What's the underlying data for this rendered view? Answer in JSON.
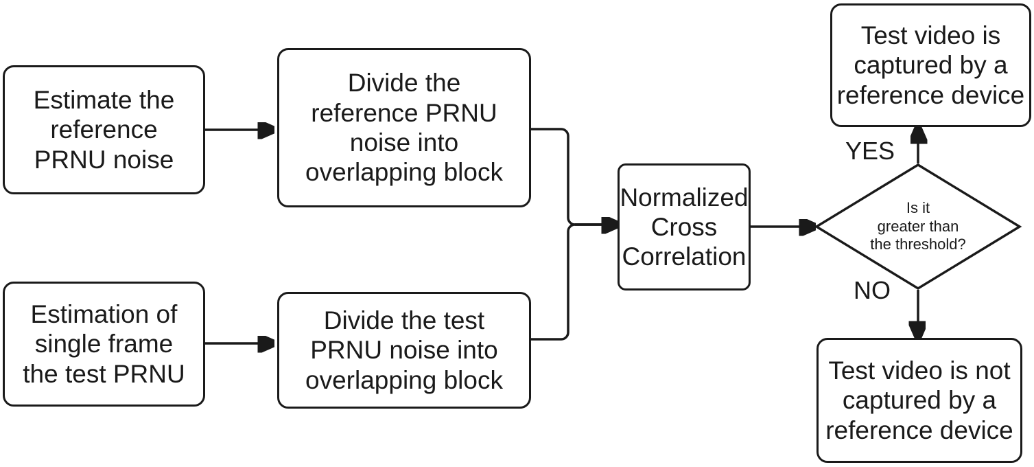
{
  "diagram": {
    "title": "PRNU-based video source identification flowchart",
    "background_color": "#ffffff",
    "stroke_color": "#1a1a1a",
    "nodes": {
      "estimate_reference_prnu": {
        "shape": "rounded-rect",
        "text": "Estimate the\nreference\nPRNU noise"
      },
      "divide_reference_prnu": {
        "shape": "rounded-rect",
        "text": "Divide the\nreference PRNU\nnoise into\noverlapping block"
      },
      "estimate_test_prnu": {
        "shape": "rounded-rect",
        "text": "Estimation of\nsingle frame\nthe test PRNU"
      },
      "divide_test_prnu": {
        "shape": "rounded-rect",
        "text": "Divide the test\nPRNU noise into\noverlapping block"
      },
      "normalized_cross_correlation": {
        "shape": "rounded-rect",
        "text": "Normalized\nCross\nCorrelation"
      },
      "decision_threshold": {
        "shape": "diamond",
        "text": "Is it\ngreater than\nthe threshold?"
      },
      "result_captured": {
        "shape": "rounded-rect",
        "text": "Test video is\ncaptured by a\nreference device"
      },
      "result_not_captured": {
        "shape": "rounded-rect",
        "text": "Test video is not\ncaptured by a\nreference device"
      }
    },
    "branch_labels": {
      "yes": "YES",
      "no": "NO"
    },
    "edges": [
      {
        "from": "estimate_reference_prnu",
        "to": "divide_reference_prnu",
        "label": ""
      },
      {
        "from": "estimate_test_prnu",
        "to": "divide_test_prnu",
        "label": ""
      },
      {
        "from": "divide_reference_prnu",
        "to": "normalized_cross_correlation",
        "label": ""
      },
      {
        "from": "divide_test_prnu",
        "to": "normalized_cross_correlation",
        "label": ""
      },
      {
        "from": "normalized_cross_correlation",
        "to": "decision_threshold",
        "label": ""
      },
      {
        "from": "decision_threshold",
        "to": "result_captured",
        "label": "YES"
      },
      {
        "from": "decision_threshold",
        "to": "result_not_captured",
        "label": "NO"
      }
    ]
  }
}
